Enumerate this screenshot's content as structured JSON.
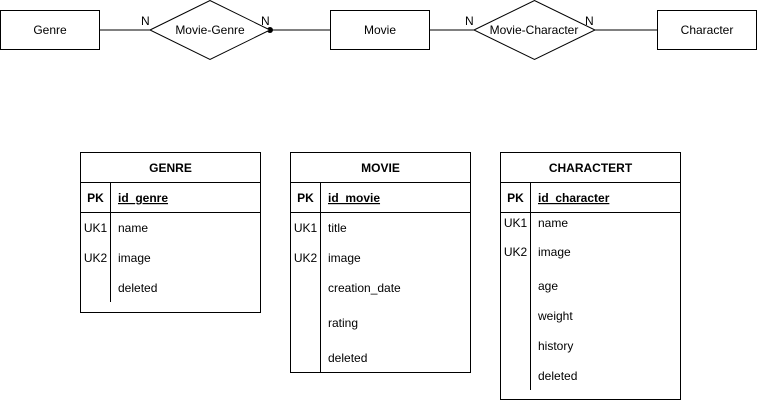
{
  "er_diagram": {
    "entities": [
      {
        "label": "Genre"
      },
      {
        "label": "Movie"
      },
      {
        "label": "Character"
      }
    ],
    "relationships": [
      {
        "label": "Movie-Genre",
        "card_left": "N",
        "card_right": "N"
      },
      {
        "label": "Movie-Character",
        "card_left": "N",
        "card_right": "N"
      }
    ]
  },
  "tables": [
    {
      "title": "GENRE",
      "pk": {
        "key": "PK",
        "field": "id_genre"
      },
      "rows": [
        {
          "key": "UK1",
          "field": "name"
        },
        {
          "key": "UK2",
          "field": "image"
        },
        {
          "key": "",
          "field": "deleted"
        }
      ]
    },
    {
      "title": "MOVIE",
      "pk": {
        "key": "PK",
        "field": "id_movie"
      },
      "rows": [
        {
          "key": "UK1",
          "field": "title"
        },
        {
          "key": "UK2",
          "field": "image"
        },
        {
          "key": "",
          "field": "creation_date"
        },
        {
          "key": "",
          "field": "rating"
        },
        {
          "key": "",
          "field": "deleted"
        }
      ]
    },
    {
      "title": "CHARACTERT",
      "pk": {
        "key": "PK",
        "field": "id_character"
      },
      "rows": [
        {
          "key": "UK1",
          "field": "name"
        },
        {
          "key": "UK2",
          "field": "image"
        },
        {
          "key": "",
          "field": "age"
        },
        {
          "key": "",
          "field": "weight"
        },
        {
          "key": "",
          "field": "history"
        },
        {
          "key": "",
          "field": "deleted"
        }
      ]
    }
  ]
}
